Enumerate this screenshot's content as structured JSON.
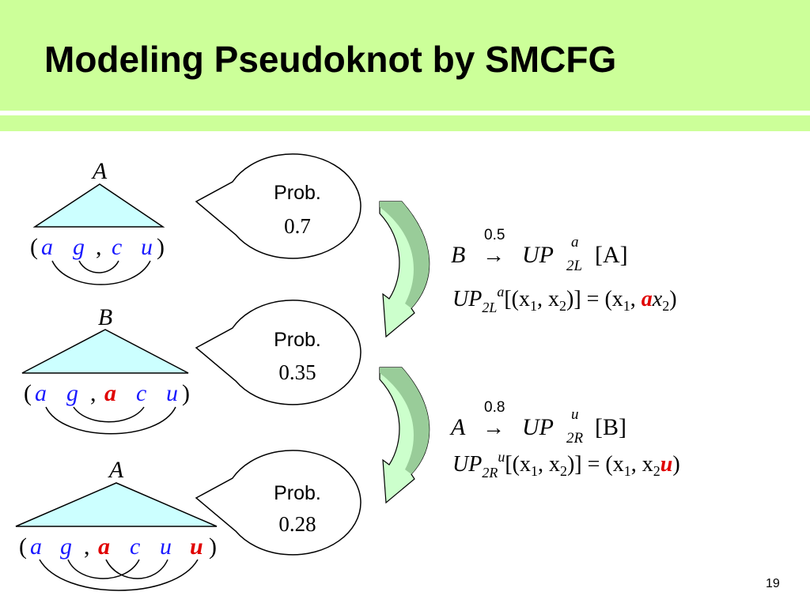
{
  "title": "Modeling Pseudoknot by SMCFG",
  "page_number": "19",
  "colors": {
    "header_bg": "#ccff99",
    "triangle_fill": "#ccffff",
    "terminal_blue": "#1a1aff",
    "highlight_red": "#e00000",
    "arrow_fill": "#ccffcc",
    "arrow_shade": "#99cc99"
  },
  "derivations": [
    {
      "root": "A",
      "string": {
        "open": "(",
        "t1": "a",
        "t2": "g",
        "comma": ",",
        "t3": "c",
        "t4": "u",
        "close": ")"
      },
      "prob_label": "Prob.",
      "prob_value": "0.7"
    },
    {
      "root": "B",
      "string": {
        "open": "(",
        "t1": "a",
        "t2": "g",
        "comma": ",",
        "t3": "a",
        "t4": "c",
        "t5": "u",
        "close": ")"
      },
      "prob_label": "Prob.",
      "prob_value": "0.35"
    },
    {
      "root": "A",
      "string": {
        "open": "(",
        "t1": "a",
        "t2": "g",
        "comma": ",",
        "t3": "a",
        "t4": "c",
        "t5": "u",
        "t6": "u",
        "close": ")"
      },
      "prob_label": "Prob.",
      "prob_value": "0.28"
    }
  ],
  "rules": [
    {
      "lhs": "B",
      "prob": "0.5",
      "fn": "UP",
      "fn_sub": "2L",
      "fn_sup": "a",
      "arg": "[A]",
      "def_fn": "UP",
      "def_sub": "2L",
      "def_sup": "a",
      "def_args": "[(x",
      "def_rhs": ")] = (x",
      "def_red": "a",
      "one": "1",
      "two": "2",
      "comma": ", x",
      "close": ")"
    },
    {
      "lhs": "A",
      "prob": "0.8",
      "fn": "UP",
      "fn_sub": "2R",
      "fn_sup": "u",
      "arg": "[B]",
      "def_fn": "UP",
      "def_sub": "2R",
      "def_sup": "u",
      "def_args": "[(x",
      "def_rhs": ")] = (x",
      "def_red": "u",
      "one": "1",
      "two": "2",
      "comma": ", x",
      "close": ")"
    }
  ]
}
